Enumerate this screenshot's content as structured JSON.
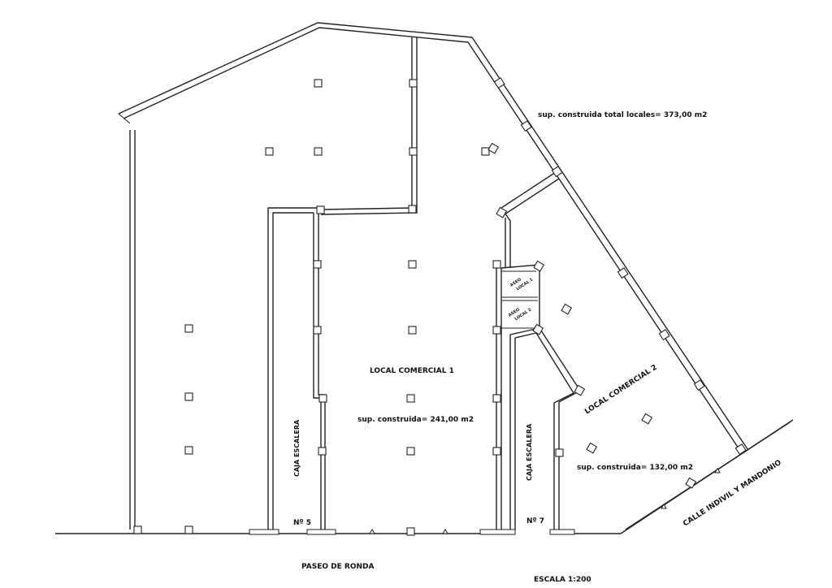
{
  "labels": {
    "total_area": "sup. construida total locales= 373,00 m2",
    "local1_name": "LOCAL COMERCIAL 1",
    "local1_area": "sup. construida= 241,00 m2",
    "local2_name": "LOCAL COMERCIAL 2",
    "local2_area": "sup. construida= 132,00 m2",
    "stair_left": "CAJA ESCALERA",
    "stair_right": "CAJA ESCALERA",
    "number_5": "Nº 5",
    "number_7": "Nº 7",
    "aseo_local1": [
      "ASEO",
      "LOCAL 1"
    ],
    "aseo_local2": [
      "ASEO",
      "LOCAL 2"
    ],
    "street_front": "PASEO DE RONDA",
    "street_side": "CALLE INDIVIL Y MANDONIO",
    "scale": "ESCALA 1:200"
  },
  "colors": {
    "lines": "#222222",
    "background": "#ffffff"
  }
}
